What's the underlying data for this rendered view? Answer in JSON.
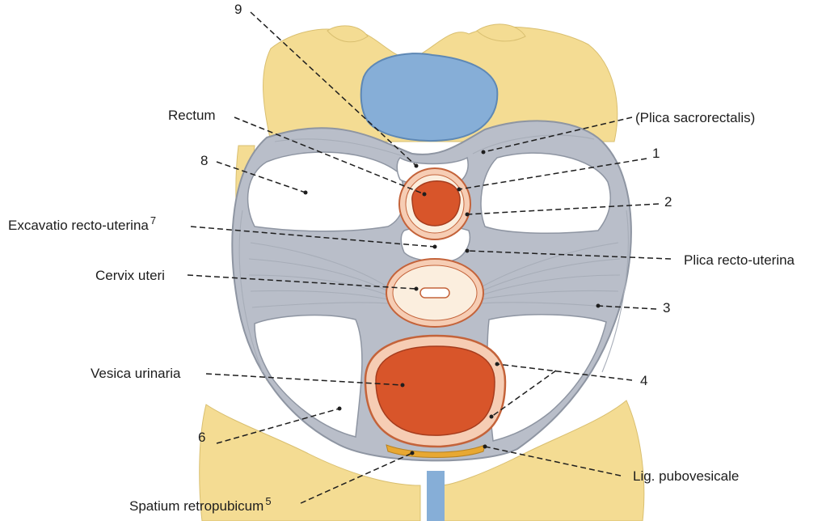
{
  "labels": {
    "rectum": "Rectum",
    "plica_sacrorectalis": "(Plica sacrorectalis)",
    "excavatio": "Excavatio recto-uterina",
    "excavatio_num": "7",
    "plica_recto_uterina": "Plica recto-uterina",
    "cervix": "Cervix uteri",
    "vesica": "Vesica urinaria",
    "lig_pubovesicale": "Lig. pubovesicale",
    "spatium": "Spatium retropubicum",
    "spatium_num": "5"
  },
  "numbers": {
    "n1": "1",
    "n2": "2",
    "n3": "3",
    "n4": "4",
    "n6": "6",
    "n8": "8",
    "n9": "9"
  },
  "colors": {
    "bone": "#f4dc93",
    "fascia": "#b9bec9",
    "fascia_dark": "#8e95a2",
    "sacrum_blue": "#86aed7",
    "organ_red": "#d8552a",
    "organ_pink": "#f6cdb4",
    "organ_cream": "#fbeede",
    "lumen_white": "#ffffff"
  }
}
